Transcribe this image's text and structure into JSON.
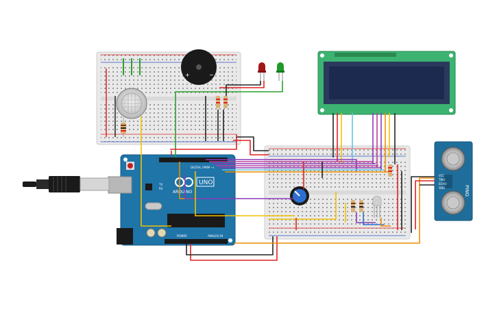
{
  "arduino": {
    "brand": "ARDUINO",
    "model": "UNO",
    "header_digital": "DIGITAL (PWM ~)",
    "header_power": "POWER",
    "header_analog": "ANALOG IN",
    "led_tx": "TX",
    "led_rx": "RX"
  },
  "ultrasonic": {
    "label": "PING",
    "pins": [
      "VCC",
      "TRIG",
      "ECHO",
      "GND"
    ]
  },
  "buzzer": {
    "plus": "+",
    "minus": "−"
  },
  "colors": {
    "board_blue": "#1f74a8",
    "breadboard": "#e8e8e8",
    "lcd_green": "#3cb371",
    "lcd_screen": "#1d2a4f",
    "sensor_blue": "#1f6d9a",
    "wire_red": "#e02020",
    "wire_black": "#222222",
    "wire_yellow": "#f2c200",
    "wire_orange": "#f08c00",
    "wire_purple": "#8a3ab9",
    "wire_magenta": "#c03aa0",
    "wire_cyan": "#5ec8e0",
    "wire_green": "#2aa02a"
  }
}
